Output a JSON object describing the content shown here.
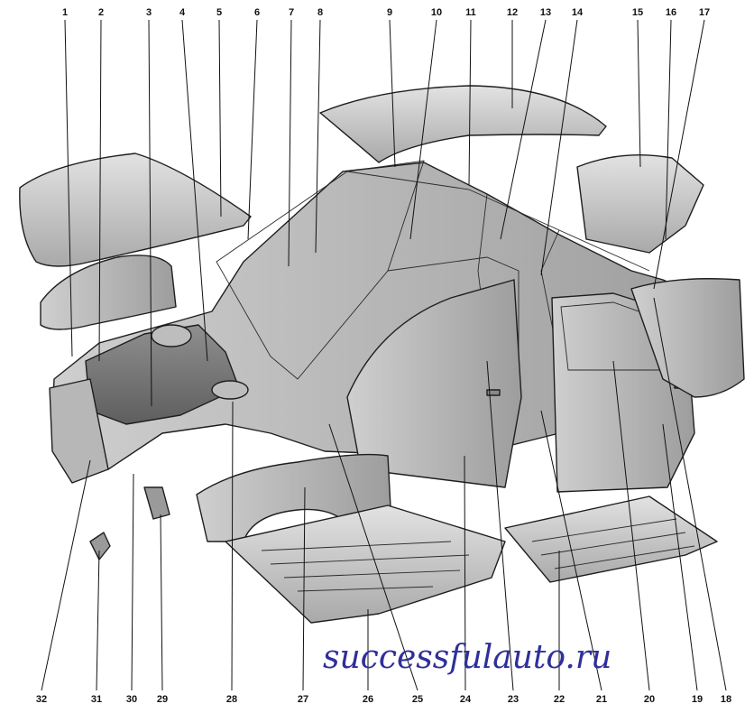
{
  "watermark": "successfulauto.ru",
  "callouts_top": [
    "1",
    "2",
    "3",
    "4",
    "5",
    "6",
    "7",
    "8",
    "9",
    "10",
    "11",
    "12",
    "13",
    "14",
    "15",
    "16",
    "17"
  ],
  "callouts_bottom": [
    "32",
    "31",
    "30",
    "29",
    "28",
    "27",
    "26",
    "25",
    "24",
    "23",
    "22",
    "21",
    "20",
    "19",
    "18"
  ]
}
